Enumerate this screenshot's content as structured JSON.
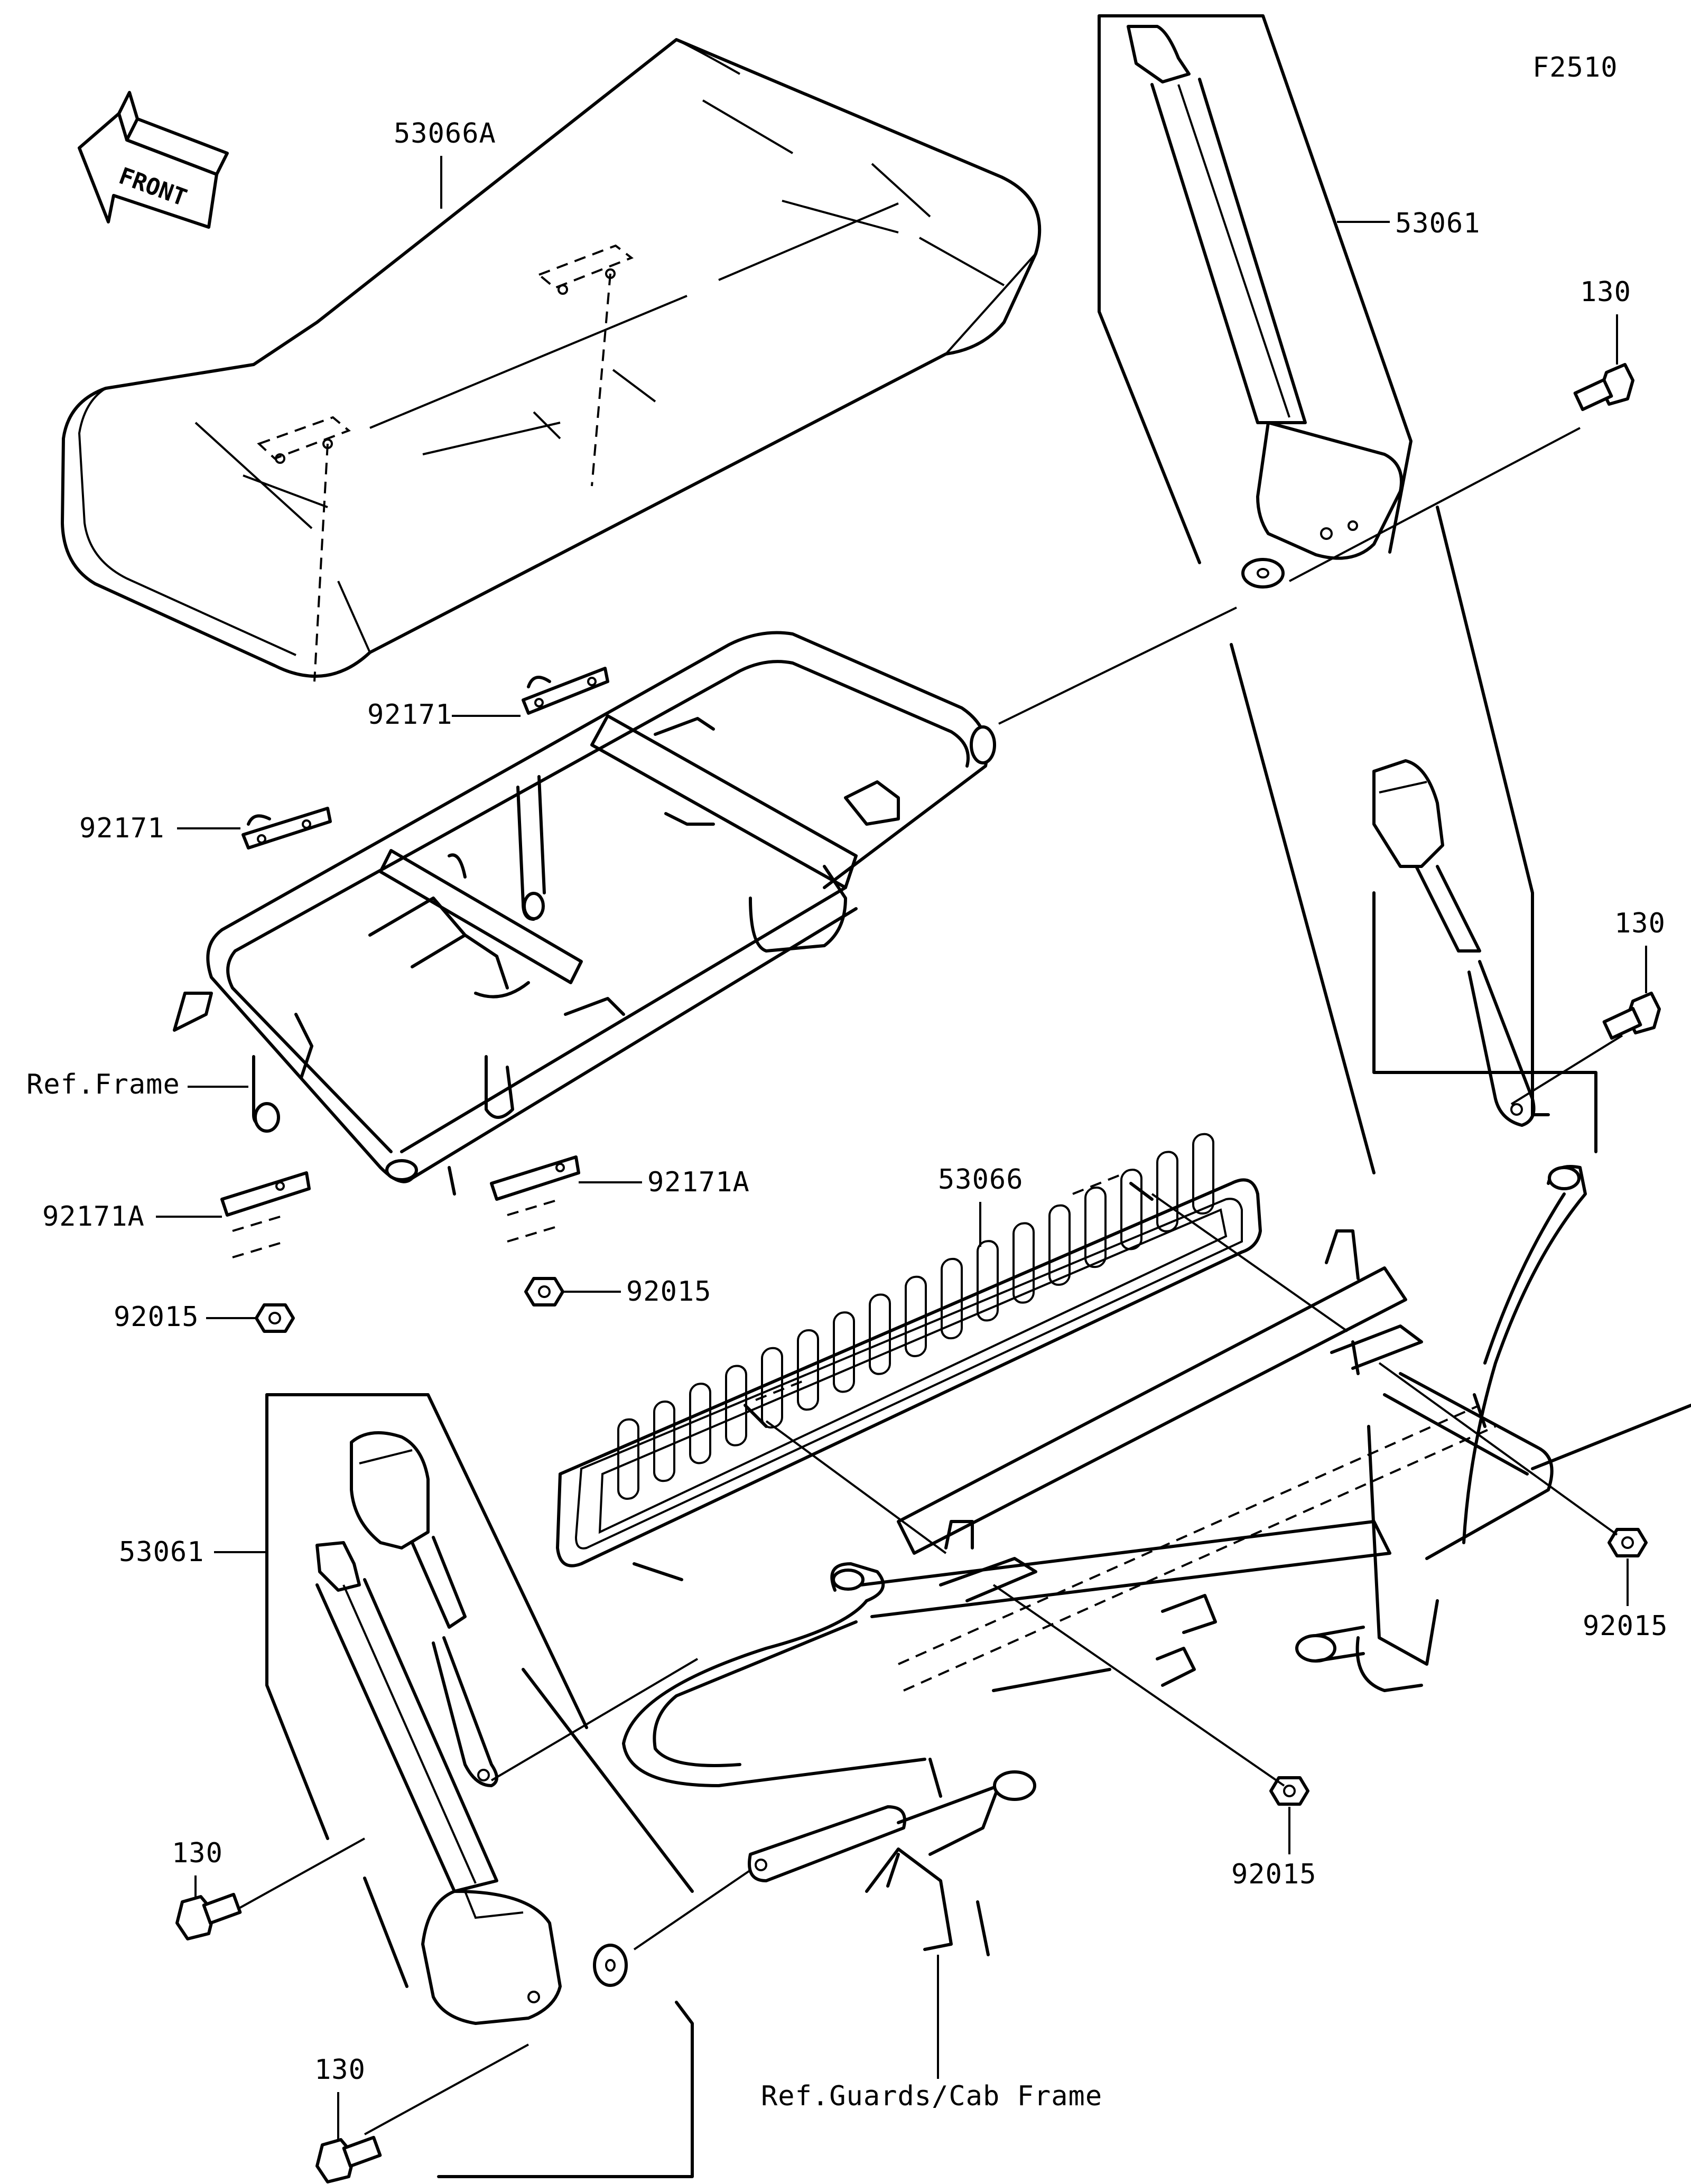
{
  "figure_code": "F2510",
  "front_label": "FRONT",
  "callouts": {
    "seat_back": "53066A",
    "seatbelt_right": "53061",
    "bolt_right_upper": "130",
    "bolt_right_lower": "130",
    "bracket_upper_center": "92171",
    "bracket_upper_left": "92171",
    "ref_frame": "Ref.Frame",
    "seat_cushion": "53066",
    "bracket_lower_right": "92171A",
    "bracket_lower_left": "92171A",
    "nut_left": "92015",
    "nut_center": "92015",
    "seatbelt_left": "53061",
    "nut_right": "92015",
    "nut_bottom": "92015",
    "bolt_left_upper": "130",
    "bolt_left_lower": "130",
    "ref_guards": "Ref.Guards/Cab Frame"
  }
}
